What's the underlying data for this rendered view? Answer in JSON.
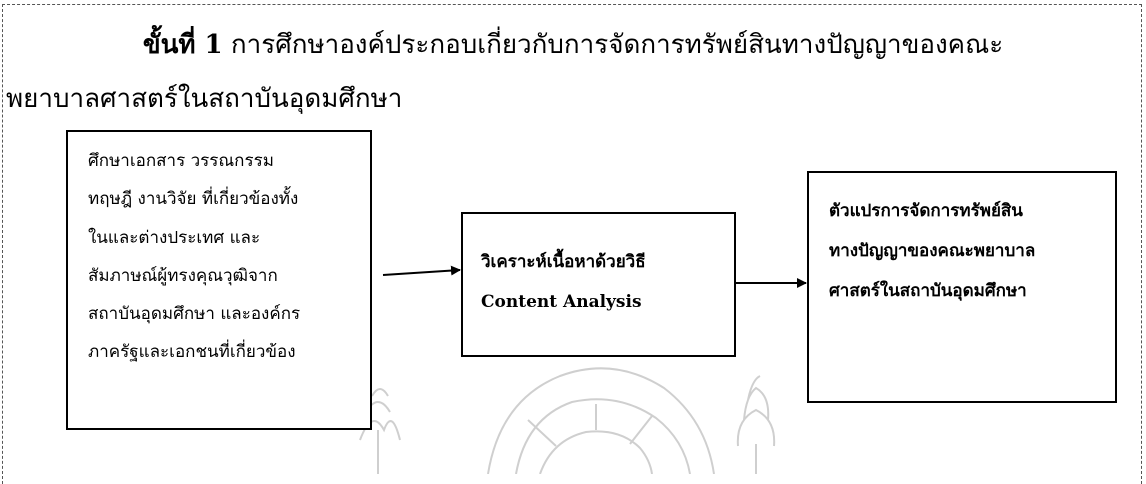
{
  "heading": {
    "step": "ขั้นที่ 1",
    "line1_rest": " การศึกษาองค์ประกอบเกี่ยวกับการจัดการทรัพย์สินทางปัญญาของคณะ",
    "line2": "พยาบาลศาสตร์ในสถาบันอุดมศึกษา"
  },
  "boxes": {
    "source": {
      "lines": [
        "ศึกษาเอกสาร วรรณกรรม",
        "ทฤษฎี งานวิจัย ที่เกี่ยวข้องทั้ง",
        "ในและต่างประเทศ และ",
        "สัมภาษณ์ผู้ทรงคุณวุฒิจาก",
        "สถาบันอุดมศึกษา  และองค์กร",
        "ภาครัฐและเอกชนที่เกี่ยวข้อง"
      ]
    },
    "analysis": {
      "lines": [
        "วิเคราะห์เนื้อหาด้วยวิธี",
        "Content  Analysis"
      ]
    },
    "result": {
      "lines": [
        "ตัวแปรการจัดการทรัพย์สิน",
        "ทางปัญญาของคณะพยาบาล",
        "ศาสตร์ในสถาบันอุดมศึกษา"
      ]
    }
  }
}
